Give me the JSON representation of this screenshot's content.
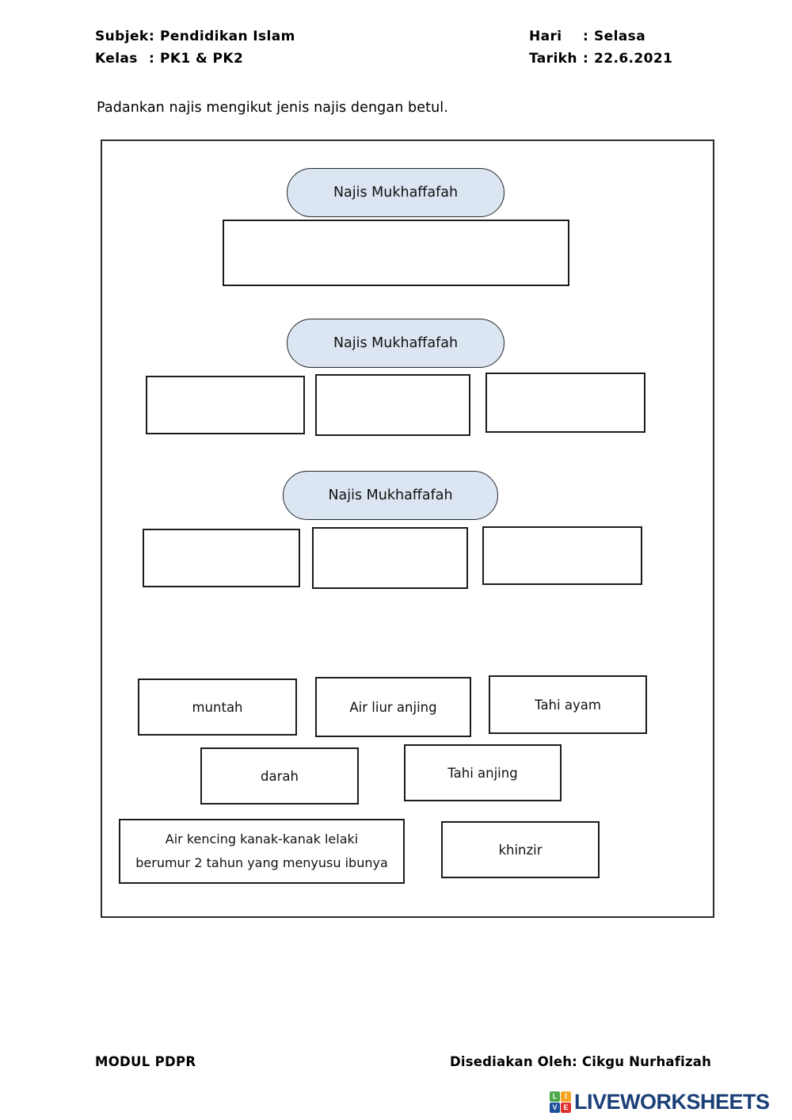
{
  "header": {
    "rows_left": [
      {
        "label": "Subjek",
        "colon": ":",
        "value": "Pendidikan Islam"
      },
      {
        "label": "Kelas",
        "colon": ":",
        "value": "PK1 & PK2"
      }
    ],
    "rows_right": [
      {
        "label": "Hari",
        "colon": ":",
        "value": "Selasa"
      },
      {
        "label": "Tarikh",
        "colon": ":",
        "value": "22.6.2021"
      }
    ]
  },
  "instruction": "Padankan najis mengikut jenis najis dengan betul.",
  "worksheet": {
    "groups": [
      {
        "pill_label": "Najis Mukhaffafah",
        "dropzone_count": 1
      },
      {
        "pill_label": "Najis Mukhaffafah",
        "dropzone_count": 3
      },
      {
        "pill_label": "Najis Mukhaffafah",
        "dropzone_count": 3
      }
    ],
    "word_bank": [
      {
        "text": "muntah",
        "lines": [
          "muntah"
        ]
      },
      {
        "text": "Air liur anjing",
        "lines": [
          "Air liur anjing"
        ]
      },
      {
        "text": "Tahi ayam",
        "lines": [
          "Tahi ayam"
        ]
      },
      {
        "text": "darah",
        "lines": [
          "darah"
        ]
      },
      {
        "text": "Tahi anjing",
        "lines": [
          "Tahi anjing"
        ]
      },
      {
        "text": "Air kencing kanak-kanak lelaki berumur 2 tahun yang menyusu ibunya",
        "lines": [
          "Air kencing kanak-kanak lelaki",
          "berumur 2 tahun yang menyusu ibunya"
        ]
      },
      {
        "text": "khinzir",
        "lines": [
          "khinzir"
        ]
      }
    ]
  },
  "footer": {
    "left": "MODUL PDPR",
    "right": "Disediakan Oleh: Cikgu Nurhafizah"
  },
  "logo": {
    "tiles": [
      "L",
      "I",
      "V",
      "E"
    ],
    "wordmark": "LIVEWORKSHEETS",
    "colors": {
      "tile_l": "#4ca64c",
      "tile_i": "#f5a623",
      "tile_v": "#1c4f9c",
      "tile_e": "#e03030",
      "wordmark": "#1b3f77"
    }
  },
  "colors": {
    "pill_fill": "#dce6f2",
    "pill_border": "#22262b",
    "box_border": "#1c1c1c",
    "frame_border": "#2b2b2b",
    "text": "#000000"
  }
}
